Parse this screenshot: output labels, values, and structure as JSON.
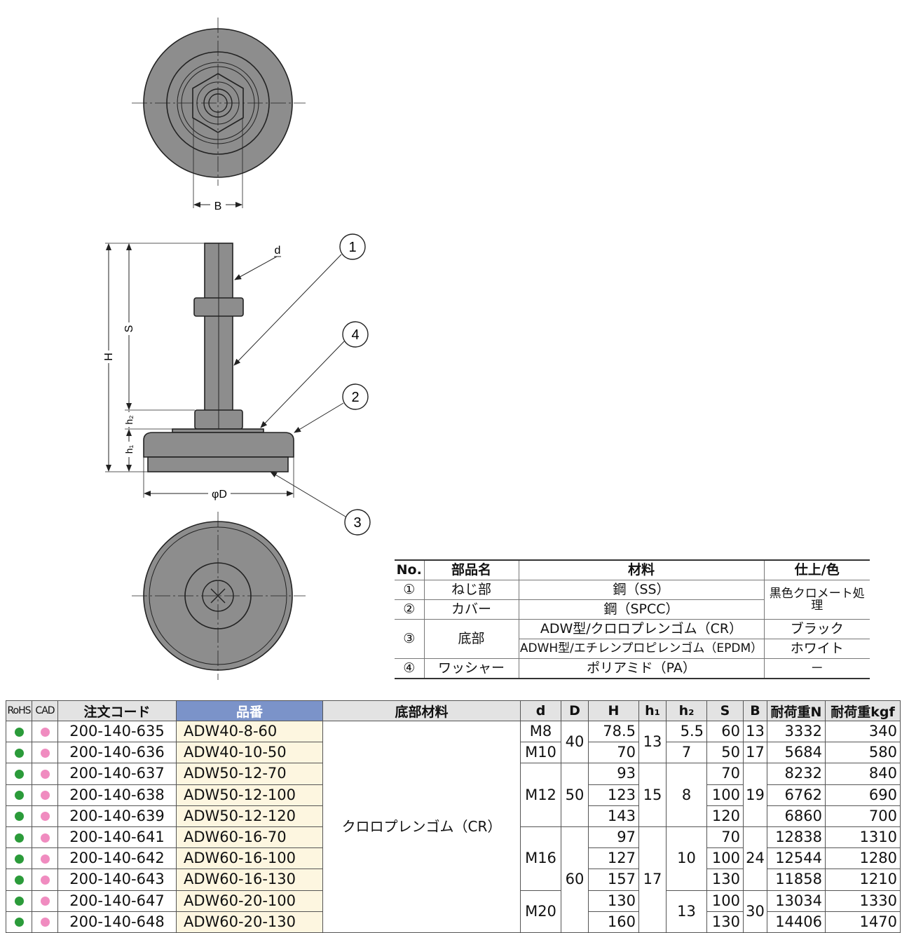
{
  "drawing": {
    "labels": {
      "B": "B",
      "d": "d",
      "H": "H",
      "S": "S",
      "h1": "h₁",
      "h2": "h₂",
      "phiD": "φD"
    },
    "callouts": [
      "1",
      "2",
      "3",
      "4"
    ]
  },
  "parts_table": {
    "headers": {
      "no": "No.",
      "name": "部品名",
      "material": "材料",
      "finish": "仕上/色"
    },
    "rows": [
      {
        "no": "①",
        "name": "ねじ部",
        "material": "鋼（SS）",
        "finish": "黒色クロメート処理"
      },
      {
        "no": "②",
        "name": "カバー",
        "material": "鋼（SPCC）"
      },
      {
        "no": "③",
        "name": "底部",
        "material": "ADW型/クロロプレンゴム（CR）",
        "finish": "ブラック"
      },
      {
        "material": "ADWH型/エチレンプロピレンゴム（EPDM）",
        "finish": "ホワイト"
      },
      {
        "no": "④",
        "name": "ワッシャー",
        "material": "ポリアミド（PA）",
        "finish": "－"
      }
    ]
  },
  "spec_table": {
    "headers": {
      "rohs": "RoHS",
      "cad": "CAD",
      "code": "注文コード",
      "part": "品番",
      "base": "底部材料",
      "d": "d",
      "D": "D",
      "H": "H",
      "h1": "h₁",
      "h2": "h₂",
      "S": "S",
      "B": "B",
      "loadN": "耐荷重N",
      "loadKgf": "耐荷重kgf"
    },
    "base_material": "クロロプレンゴム（CR）",
    "rows": [
      {
        "code": "200-140-635",
        "part": "ADW40-8-60",
        "d": "M8",
        "D": "40",
        "H": "78.5",
        "h1": "13",
        "h2": "5.5",
        "S": "60",
        "B": "13",
        "N": "3332",
        "kgf": "340"
      },
      {
        "code": "200-140-636",
        "part": "ADW40-10-50",
        "d": "M10",
        "H": "70",
        "h2": "7",
        "S": "50",
        "B": "17",
        "N": "5684",
        "kgf": "580"
      },
      {
        "code": "200-140-637",
        "part": "ADW50-12-70",
        "d": "M12",
        "D": "50",
        "H": "93",
        "h1": "15",
        "h2": "8",
        "S": "70",
        "B": "19",
        "N": "8232",
        "kgf": "840"
      },
      {
        "code": "200-140-638",
        "part": "ADW50-12-100",
        "H": "123",
        "S": "100",
        "N": "6762",
        "kgf": "690"
      },
      {
        "code": "200-140-639",
        "part": "ADW50-12-120",
        "H": "143",
        "S": "120",
        "N": "6860",
        "kgf": "700"
      },
      {
        "code": "200-140-641",
        "part": "ADW60-16-70",
        "d": "M16",
        "D": "60",
        "H": "97",
        "h1": "17",
        "h2": "10",
        "S": "70",
        "B": "24",
        "N": "12838",
        "kgf": "1310"
      },
      {
        "code": "200-140-642",
        "part": "ADW60-16-100",
        "H": "127",
        "S": "100",
        "N": "12544",
        "kgf": "1280"
      },
      {
        "code": "200-140-643",
        "part": "ADW60-16-130",
        "H": "157",
        "S": "130",
        "N": "11858",
        "kgf": "1210"
      },
      {
        "code": "200-140-647",
        "part": "ADW60-20-100",
        "d": "M20",
        "H": "130",
        "h2": "13",
        "S": "100",
        "B": "30",
        "N": "13034",
        "kgf": "1330"
      },
      {
        "code": "200-140-648",
        "part": "ADW60-20-130",
        "H": "160",
        "S": "130",
        "N": "14406",
        "kgf": "1470"
      }
    ]
  },
  "colors": {
    "rohs_dot": "#2b9b3a",
    "cad_dot": "#f08cc0",
    "hinban_header": "#7b93c9",
    "hinban_cell": "#fdf6e0",
    "part_fill": "#8c8c8c"
  }
}
